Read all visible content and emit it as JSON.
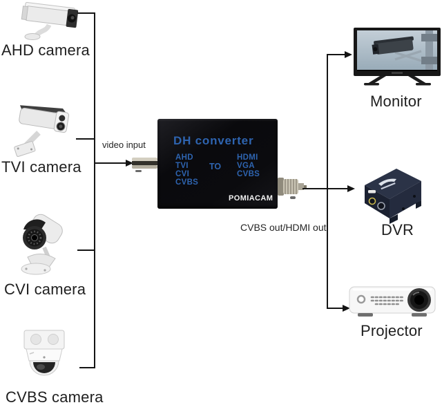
{
  "diagram": {
    "sources": [
      {
        "label": "AHD camera"
      },
      {
        "label": "TVI camera"
      },
      {
        "label": "CVI camera"
      },
      {
        "label": "CVBS camera"
      }
    ],
    "converter": {
      "title": "DH converter",
      "inputs": [
        "AHD",
        "TVI",
        "CVI",
        "CVBS"
      ],
      "to_label": "TO",
      "outputs": [
        "HDMI",
        "VGA",
        "CVBS"
      ],
      "brand": "POMIACAM"
    },
    "annotations": {
      "input": "video input",
      "output": "CVBS out/HDMI out"
    },
    "destinations": [
      {
        "label": "Monitor"
      },
      {
        "label": "DVR"
      },
      {
        "label": "Projector"
      }
    ],
    "colors": {
      "converter_text": "#2e64b0",
      "converter_body": "#0b0b0e",
      "brand_text": "#f2f2f2",
      "line": "#141414",
      "label_text": "#1f1f1f",
      "background": "#ffffff"
    }
  }
}
